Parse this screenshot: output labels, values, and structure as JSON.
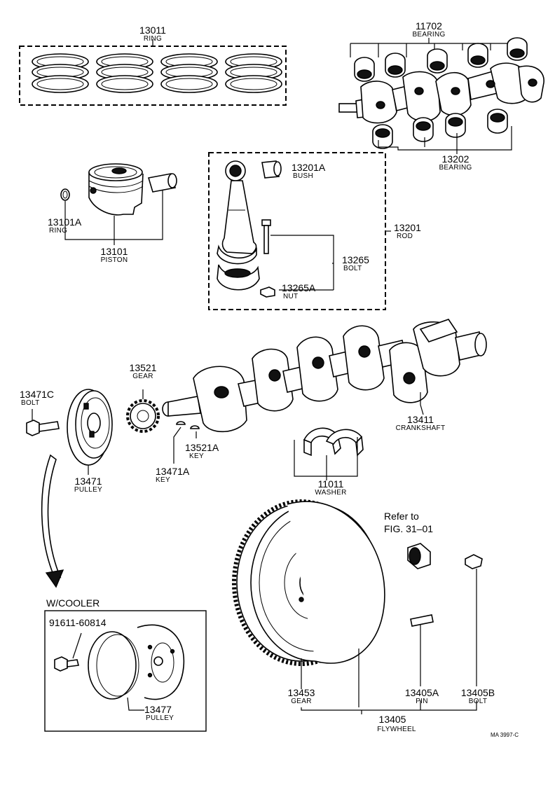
{
  "parts": [
    {
      "id": "ring-set",
      "number": "13011",
      "name": "RING"
    },
    {
      "id": "main-bearing-upper",
      "number": "11702",
      "name": "BEARING"
    },
    {
      "id": "main-bearing-lower",
      "number": "13202",
      "name": "BEARING"
    },
    {
      "id": "bush",
      "number": "13201A",
      "name": "BUSH"
    },
    {
      "id": "piston-ring",
      "number": "13101A",
      "name": "RING"
    },
    {
      "id": "rod",
      "number": "13201",
      "name": "ROD"
    },
    {
      "id": "piston",
      "number": "13101",
      "name": "PISTON"
    },
    {
      "id": "rod-bolt",
      "number": "13265",
      "name": "BOLT"
    },
    {
      "id": "rod-nut",
      "number": "13265A",
      "name": "NUT"
    },
    {
      "id": "gear",
      "number": "13521",
      "name": "GEAR"
    },
    {
      "id": "pulley-bolt",
      "number": "13471C",
      "name": "BOLT"
    },
    {
      "id": "crankshaft",
      "number": "13411",
      "name": "CRANKSHAFT"
    },
    {
      "id": "gear-key",
      "number": "13521A",
      "name": "KEY"
    },
    {
      "id": "pulley",
      "number": "13471",
      "name": "PULLEY"
    },
    {
      "id": "pulley-key",
      "number": "13471A",
      "name": "KEY"
    },
    {
      "id": "washer",
      "number": "11011",
      "name": "WASHER"
    },
    {
      "id": "cooler-bolt",
      "number": "91611-60814",
      "name": ""
    },
    {
      "id": "cooler-pulley",
      "number": "13477",
      "name": "PULLEY"
    },
    {
      "id": "ring-gear",
      "number": "13453",
      "name": "GEAR"
    },
    {
      "id": "flywheel-pin",
      "number": "13405A",
      "name": "PIN"
    },
    {
      "id": "flywheel-bolt",
      "number": "13405B",
      "name": "BOLT"
    },
    {
      "id": "flywheel",
      "number": "13405",
      "name": "FLYWHEEL"
    }
  ],
  "notes": {
    "refer_line1": "Refer to",
    "refer_line2": "FIG. 31–01",
    "cooler_title": "W/COOLER",
    "figure_code": "MA 3997-C"
  }
}
